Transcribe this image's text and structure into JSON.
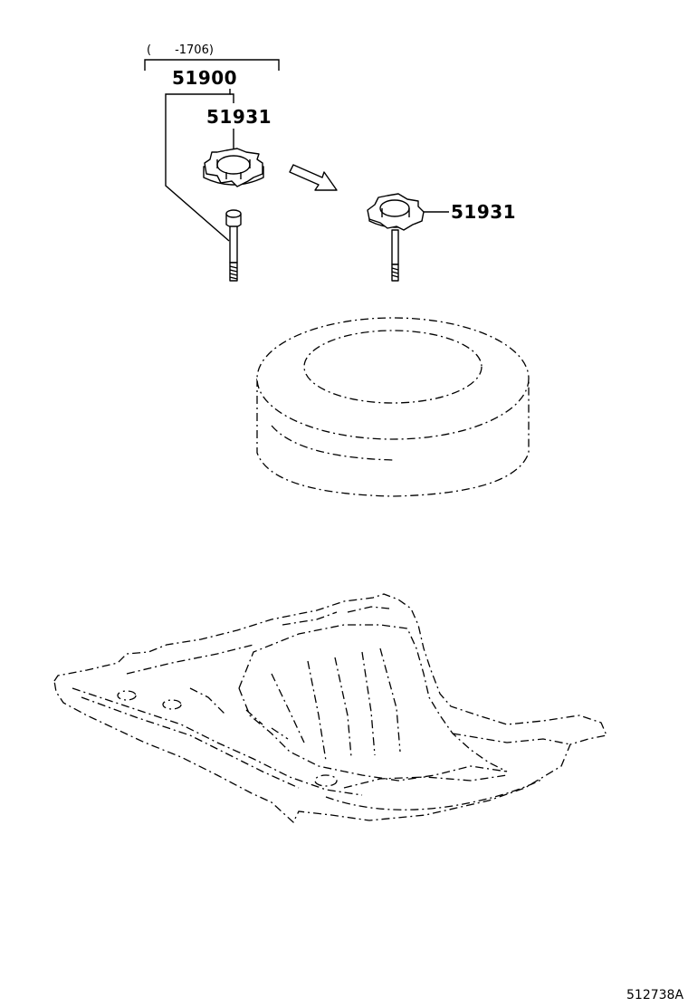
{
  "applicability_note": "(　　-1706)",
  "parts": {
    "kit_number": "51900",
    "clamp_number_upper": "51931",
    "clamp_number_right": "51931"
  },
  "illustration_code": "512738A"
}
